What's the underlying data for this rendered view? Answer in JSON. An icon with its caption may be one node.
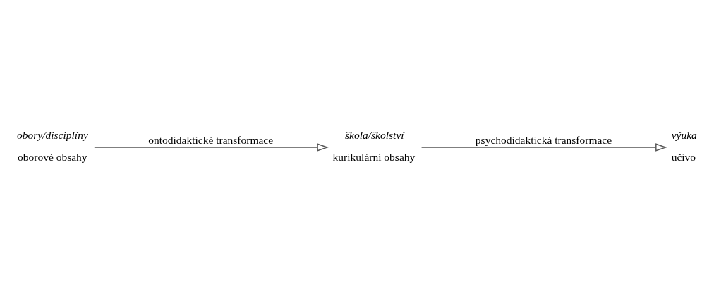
{
  "diagram": {
    "nodes": [
      {
        "text": [
          "obory/disciplíny",
          "oborové obsahy"
        ]
      },
      {
        "text": [
          "škola/školství",
          "kurikulární obsahy"
        ]
      },
      {
        "text": [
          "výuka",
          "učivo"
        ]
      }
    ],
    "edges": [
      {
        "from": 0,
        "to": 1,
        "arrow": "to",
        "label": "ontodidaktické transformace"
      },
      {
        "from": 1,
        "to": 2,
        "arrow": "to",
        "label": "psychodidaktická transformace"
      }
    ]
  }
}
